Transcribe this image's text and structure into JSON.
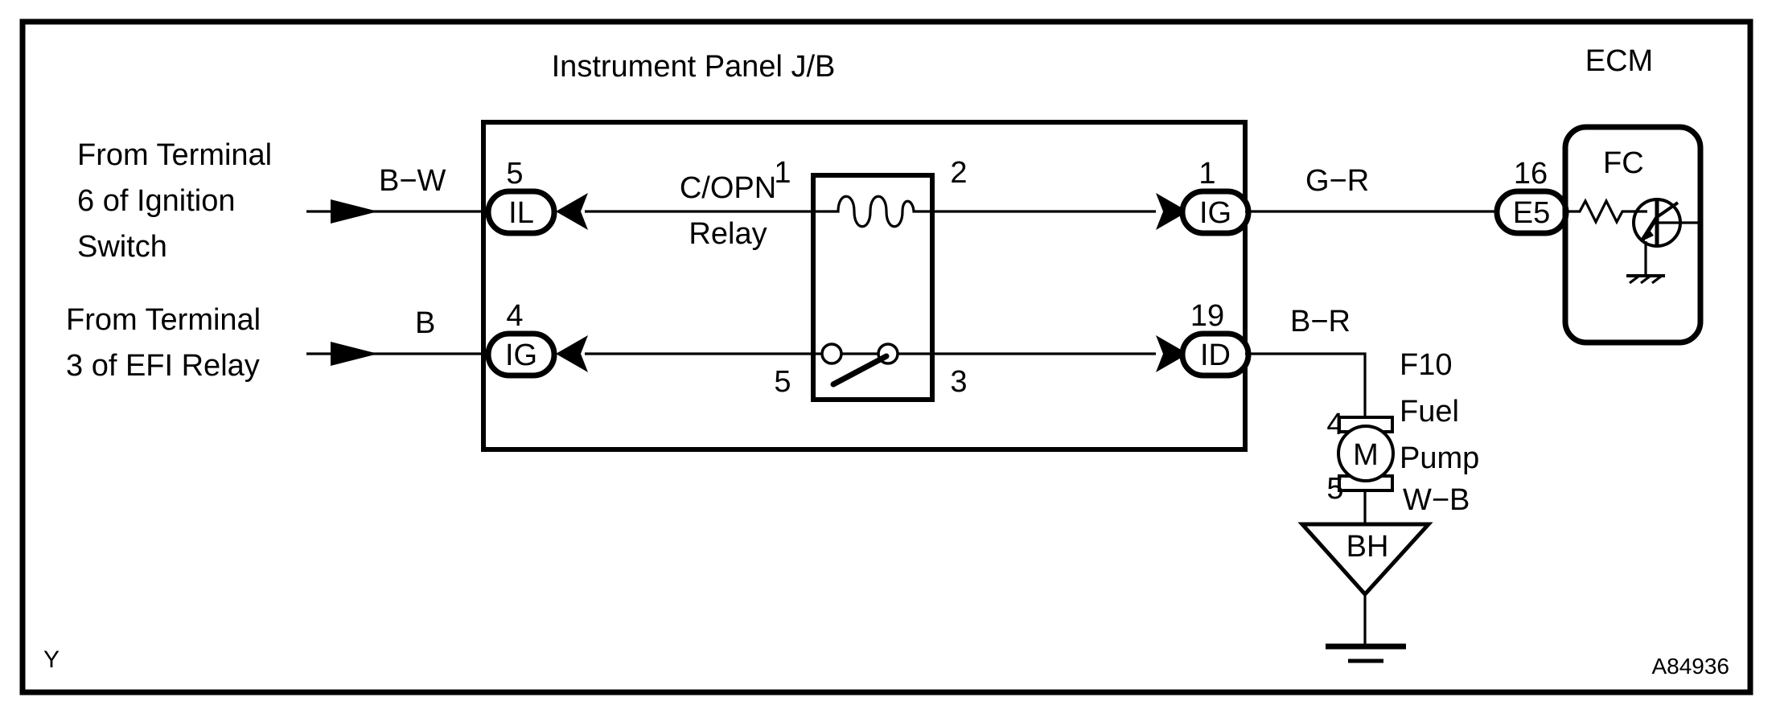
{
  "sheet": {
    "corner_label": "Y",
    "figure_code": "A84936"
  },
  "titles": {
    "junction_box": "Instrument Panel J/B",
    "ecm": "ECM"
  },
  "sources": [
    {
      "id": "ignition-switch",
      "line1": "From Terminal",
      "line2": "6 of Ignition",
      "line3": "Switch",
      "wire_color": "B−W"
    },
    {
      "id": "efi-relay",
      "line1": "From Terminal",
      "line2": "3 of EFI Relay",
      "line3": "",
      "wire_color": "B"
    }
  ],
  "connectors": [
    {
      "id": "il",
      "pin": "5",
      "code": "IL"
    },
    {
      "id": "ig4",
      "pin": "4",
      "code": "IG"
    },
    {
      "id": "ig1",
      "pin": "1",
      "code": "IG"
    },
    {
      "id": "id19",
      "pin": "19",
      "code": "ID"
    },
    {
      "id": "e5",
      "pin": "16",
      "code": "E5"
    }
  ],
  "relay": {
    "name_line1": "C/OPN",
    "name_line2": "Relay",
    "coil_pin_left": "1",
    "coil_pin_right": "2",
    "switch_pin_left": "5",
    "switch_pin_right": "3"
  },
  "wires": [
    {
      "id": "g-r",
      "label": "G−R"
    },
    {
      "id": "b-r",
      "label": "B−R"
    },
    {
      "id": "w-b",
      "label": "W−B"
    }
  ],
  "ecm": {
    "terminal_label": "FC"
  },
  "fuel_pump": {
    "line1": "F10",
    "line2": "Fuel",
    "line3": "Pump",
    "motor_symbol": "M",
    "pin_top": "4",
    "pin_bottom": "5",
    "ground_connector": "BH"
  }
}
